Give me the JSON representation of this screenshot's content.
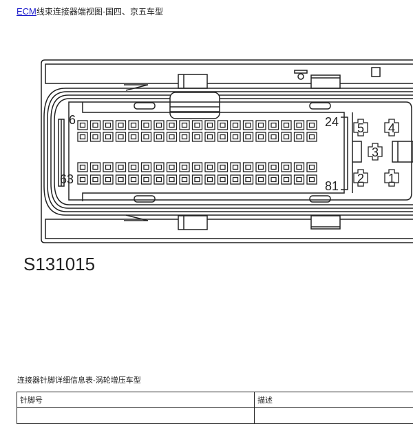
{
  "title": {
    "link": "ECM",
    "text": "线束连接器端视图-国四、京五车型"
  },
  "diagram": {
    "code": "S131015",
    "pin_labels": {
      "top_left": "6",
      "top_right": "24",
      "bottom_left": "63",
      "bottom_right": "81"
    },
    "power_pins": [
      "1",
      "2",
      "3",
      "4",
      "5"
    ],
    "signal_pin_columns": 19,
    "signal_pin_rows": 4
  },
  "subtitle": "连接器针脚详细信息表-涡轮增压车型",
  "table": {
    "headers": [
      "针脚号",
      "描述"
    ]
  }
}
